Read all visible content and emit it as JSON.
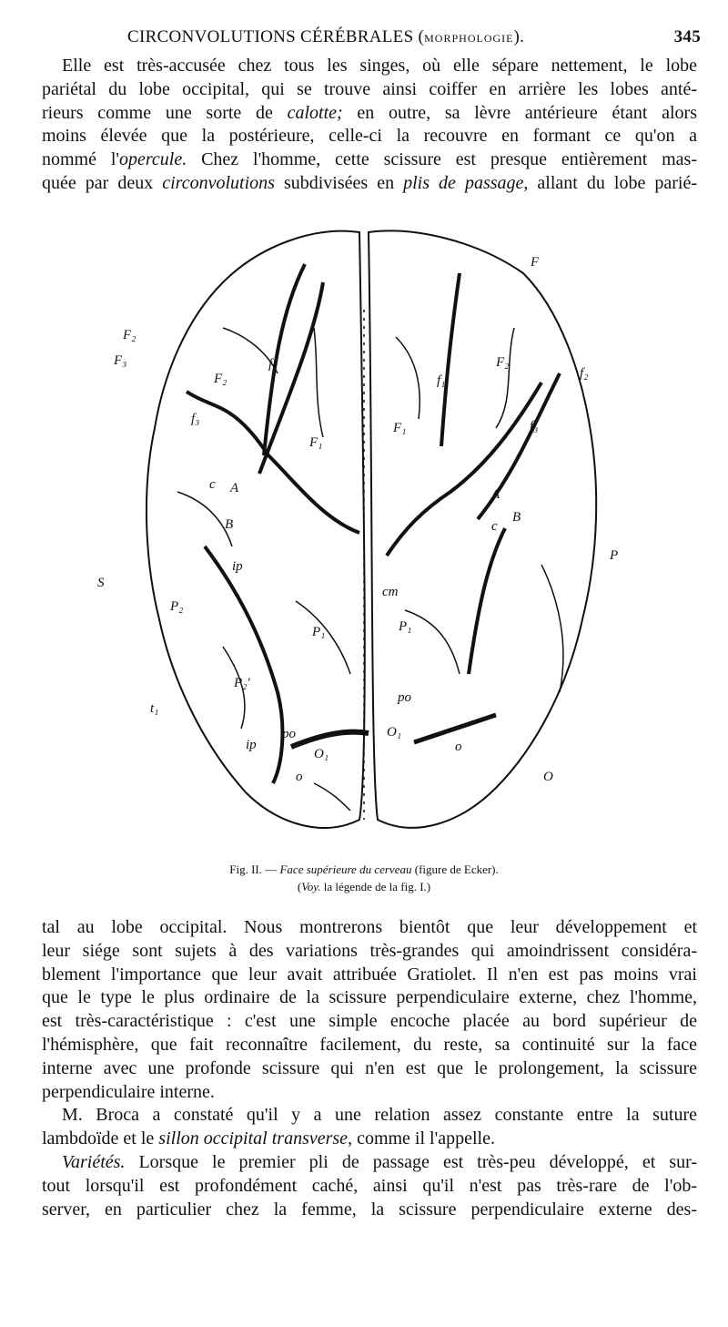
{
  "header": {
    "title": "CIRCONVOLUTIONS CÉRÉBRALES (",
    "title_small": "MORPHOLOGIE",
    "title_end": ").",
    "page_number": "345"
  },
  "top_text": [
    [
      "Elle est très-accusée chez tous les singes, où elle sépare nettement, le lobe"
    ],
    [
      "pariétal du lobe occipital, qui se trouve ainsi coiffer en arrière les lobes anté-"
    ],
    [
      "rieurs comme une sorte de ",
      "calotte;",
      " en outre, sa lèvre antérieure étant alors"
    ],
    [
      "moins élevée que la postérieure, celle-ci la recouvre en formant ce qu'on a"
    ],
    [
      "nommé l'",
      "opercule.",
      " Chez l'homme, cette scissure est presque entièrement mas-"
    ],
    [
      "quée par deux ",
      "circonvolutions",
      " subdivisées en ",
      "plis de passage",
      ", allant du lobe parié-"
    ]
  ],
  "figure_labels": {
    "left": [
      "F₂",
      "F₃",
      "F₂",
      "f₁",
      "f₃",
      "F₁",
      "c",
      "A",
      "B",
      "ip",
      "S",
      "P₂",
      "P₁",
      "P₂'",
      "t₁",
      "ip",
      "po",
      "O₁",
      "o"
    ],
    "right": [
      "F",
      "f₂",
      "F₂",
      "f₁",
      "F₁",
      "f₃",
      "A",
      "c",
      "B",
      "P",
      "cm",
      "P₁",
      "po",
      "O₁",
      "o",
      "O"
    ]
  },
  "caption": {
    "fig": "Fig. II. — ",
    "title": "Face supérieure du cerveau",
    "source": " (figure de Ecker).",
    "ref_open": "(",
    "voy": "Voy.",
    "ref_rest": " la légende de la fig. I.)"
  },
  "bottom_text": {
    "p1": [
      "tal au lobe occipital. Nous montrerons bientôt que leur développement et",
      "leur siége sont sujets à des variations très-grandes qui amoindrissent considéra-",
      "blement l'importance que leur avait attribuée Gratiolet. Il n'en est pas moins vrai",
      "que le type le plus ordinaire de la scissure perpendiculaire externe, chez l'homme,",
      "est très-caractéristique : c'est une simple encoche placée au bord supérieur de",
      "l'hémisphère, que fait reconnaître facilement, du reste, sa continuité sur la face",
      "interne avec une profonde scissure qui n'en est que le prolongement, la scissure",
      "perpendiculaire interne."
    ],
    "p2": [
      "M. Broca a constaté qu'il y a une relation assez constante entre la suture",
      "lambdoïde et le ",
      "sillon occipital transverse",
      ", comme il l'appelle."
    ],
    "p3": [
      "Variétés.",
      "  Lorsque le premier pli de passage est très-peu développé, et sur-",
      "tout lorsqu'il est profondément caché, ainsi qu'il n'est pas très-rare de l'ob-",
      "server, en particulier chez la femme, la scissure perpendiculaire externe des-"
    ]
  }
}
